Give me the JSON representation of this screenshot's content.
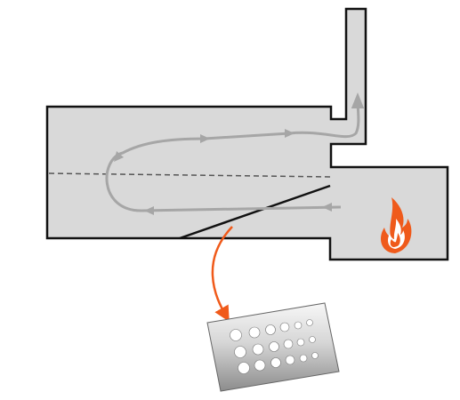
{
  "diagram": {
    "description_labels": [],
    "colors": {
      "chamber_fill": "#d9d9d9",
      "outline": "#111111",
      "flow_arrow": "#a6a6a6",
      "leader_arrow": "#f05a1a",
      "flame_outer": "#ef5a1b",
      "flame_inner": "#ffffff",
      "plate_light": "#f7f7f7",
      "plate_dark": "#8c8c8c"
    },
    "icons": {
      "flame": "flame-icon",
      "perforated_plate": "perforated-plate-icon"
    },
    "perforated_plate_rows": [
      {
        "holes": 6
      },
      {
        "holes": 6
      },
      {
        "holes": 6
      }
    ]
  }
}
